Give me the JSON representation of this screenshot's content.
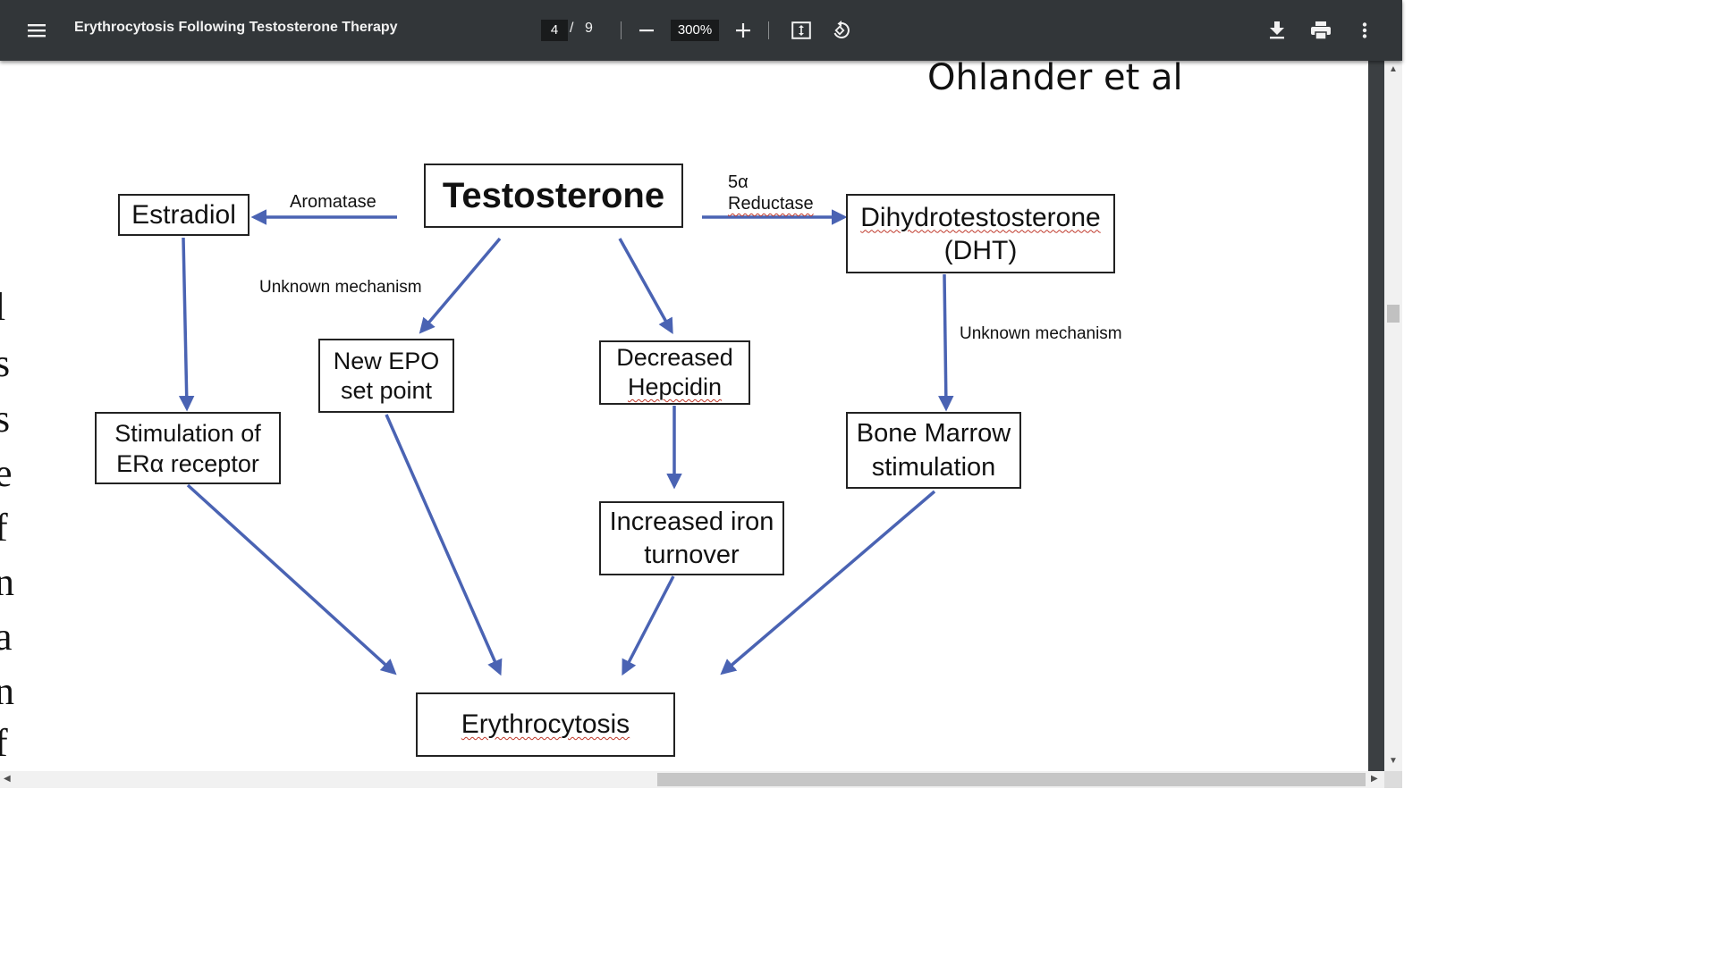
{
  "toolbar": {
    "menu_icon": "hamburger-menu-icon",
    "title": "Erythrocytosis Following Testosterone Therapy",
    "current_page": "4",
    "page_separator": "/",
    "total_pages": "9",
    "zoom_level": "300%",
    "zoom_out_icon": "minus-icon",
    "zoom_in_icon": "plus-icon",
    "fit_icon": "fit-to-page-icon",
    "rotate_icon": "rotate-counterclockwise-icon",
    "download_icon": "download-icon",
    "print_icon": "print-icon",
    "more_icon": "more-vertical-icon"
  },
  "document": {
    "author_caption": "Ohlander et al",
    "margin_glyphs": [
      "l",
      "s",
      "s",
      "e",
      "f",
      "n",
      "a",
      "n",
      "f"
    ]
  },
  "diagram": {
    "nodes": {
      "testosterone": "Testosterone",
      "estradiol": "Estradiol",
      "dht_line1": "Dihydrotestosterone",
      "dht_line2": "(DHT)",
      "new_epo_line1": "New EPO",
      "new_epo_line2": "set point",
      "decreased_hepcidin_line1": "Decreased",
      "decreased_hepcidin_line2": "Hepcidin",
      "era_line1": "Stimulation of",
      "era_line2": "ERα receptor",
      "bone_marrow_line1": "Bone Marrow",
      "bone_marrow_line2": "stimulation",
      "iron_line1": "Increased iron",
      "iron_line2": "turnover",
      "erythrocytosis": "Erythrocytosis"
    },
    "edge_labels": {
      "aromatase": "Aromatase",
      "five_alpha": "5α",
      "reductase": "Reductase",
      "unknown_left": "Unknown mechanism",
      "unknown_right": "Unknown mechanism"
    },
    "arrow_color": "#4a63b3"
  },
  "colors": {
    "toolbar_bg": "#323639",
    "toolbar_text": "#f1f1f1",
    "viewer_bg": "#ffffff",
    "arrow": "#4a63b3"
  }
}
